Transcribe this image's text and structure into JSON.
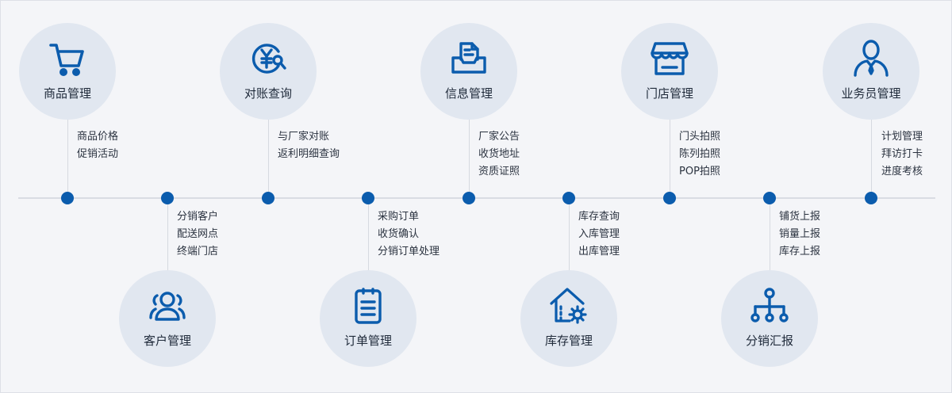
{
  "colors": {
    "accent": "#0b5cad",
    "circle": "#e1e7f0",
    "line": "#d9dce3",
    "background": "#f4f5f8"
  },
  "modules": [
    {
      "id": "product",
      "title": "商品管理",
      "icon": "shopping-cart-icon",
      "items": [
        "商品价格",
        "促销活动"
      ]
    },
    {
      "id": "customer",
      "title": "客户管理",
      "icon": "users-icon",
      "items": [
        "分销客户",
        "配送网点",
        "终端门店"
      ]
    },
    {
      "id": "statement",
      "title": "对账查询",
      "icon": "yuan-search-icon",
      "items": [
        "与厂家对账",
        "返利明细查询"
      ]
    },
    {
      "id": "order",
      "title": "订单管理",
      "icon": "order-list-icon",
      "items": [
        "采购订单",
        "收货确认",
        "分销订单处理"
      ]
    },
    {
      "id": "info",
      "title": "信息管理",
      "icon": "inbox-document-icon",
      "items": [
        "厂家公告",
        "收货地址",
        "资质证照"
      ]
    },
    {
      "id": "inventory",
      "title": "库存管理",
      "icon": "warehouse-gear-icon",
      "items": [
        "库存查询",
        "入库管理",
        "出库管理"
      ]
    },
    {
      "id": "store",
      "title": "门店管理",
      "icon": "storefront-icon",
      "items": [
        "门头拍照",
        "陈列拍照",
        "POP拍照"
      ]
    },
    {
      "id": "report",
      "title": "分销汇报",
      "icon": "org-hierarchy-icon",
      "items": [
        "铺货上报",
        "销量上报",
        "库存上报"
      ]
    },
    {
      "id": "staff",
      "title": "业务员管理",
      "icon": "salesperson-icon",
      "items": [
        "计划管理",
        "拜访打卡",
        "进度考核"
      ]
    }
  ]
}
